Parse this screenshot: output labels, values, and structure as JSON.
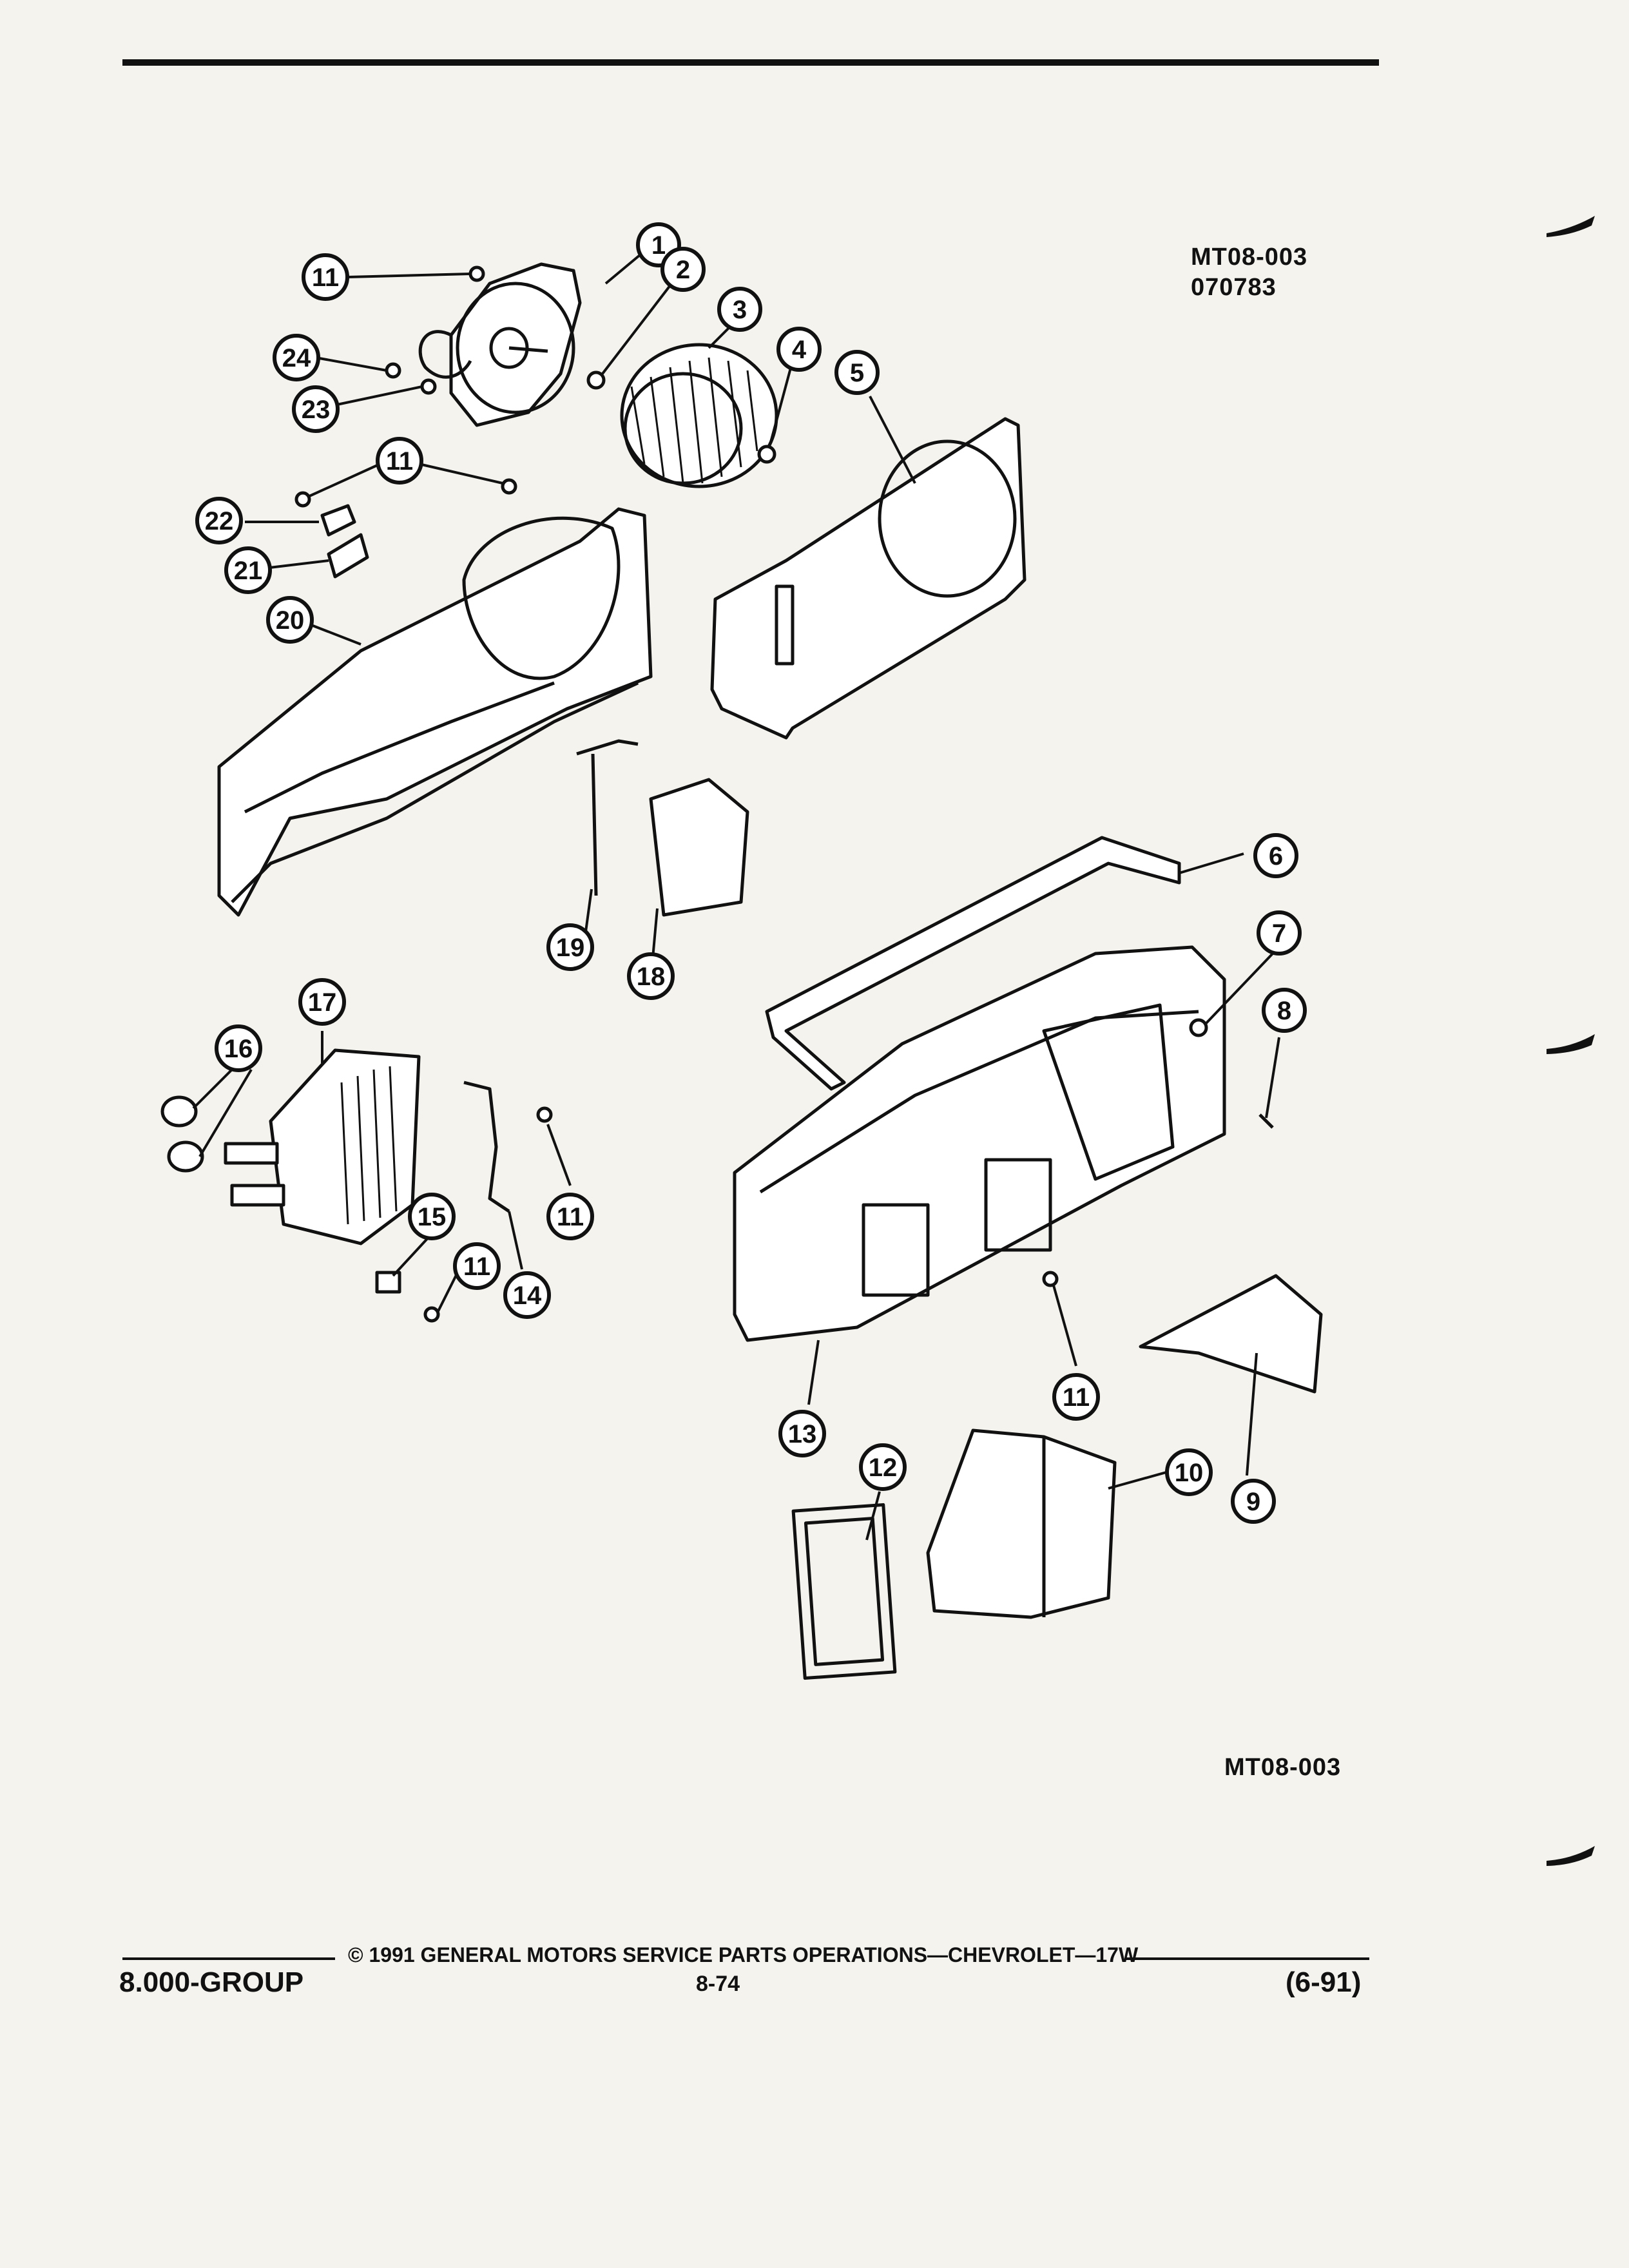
{
  "figure": {
    "code": "MT08-003",
    "date_code": "070783",
    "bottom_code": "MT08-003"
  },
  "callouts": [
    "1",
    "2",
    "3",
    "4",
    "5",
    "6",
    "7",
    "8",
    "9",
    "10",
    "11",
    "12",
    "13",
    "14",
    "15",
    "16",
    "17",
    "18",
    "19",
    "20",
    "21",
    "22",
    "23",
    "24"
  ],
  "footer": {
    "copyright": "© 1991 GENERAL MOTORS SERVICE PARTS OPERATIONS—CHEVROLET—17W",
    "group": "8.000-GROUP",
    "page": "8-74",
    "revision": "(6-91)"
  }
}
